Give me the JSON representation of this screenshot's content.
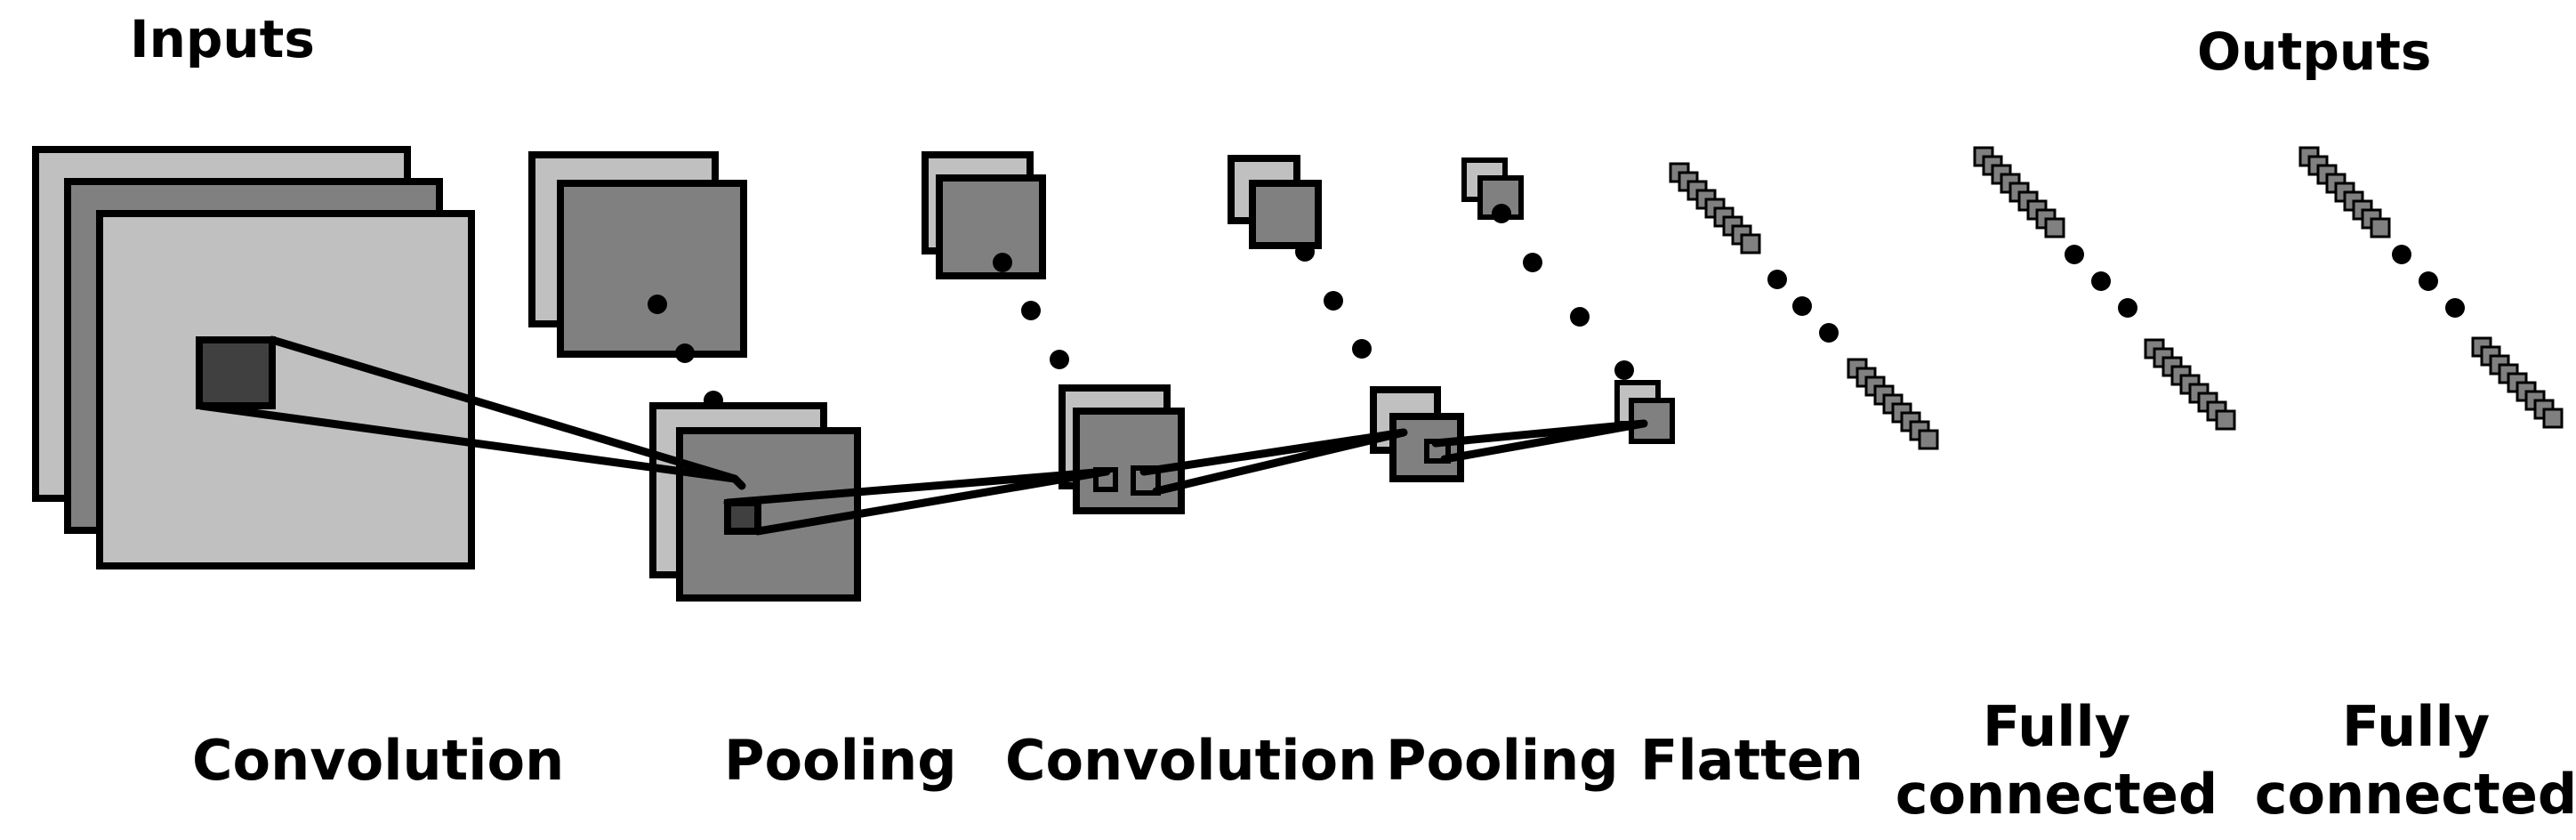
{
  "labels": {
    "inputs": "Inputs",
    "outputs": "Outputs",
    "stage1": "Convolution",
    "stage2": "Pooling",
    "stage3": "Convolution",
    "stage4": "Pooling",
    "stage5": "Flatten",
    "stage6_line1": "Fully",
    "stage6_line2": "connected",
    "stage7_line1": "Fully",
    "stage7_line2": "connected"
  },
  "colors": {
    "light": "#c0c0c0",
    "mid": "#808080",
    "dark": "#404040",
    "stroke": "#000000",
    "background": "#ffffff"
  }
}
